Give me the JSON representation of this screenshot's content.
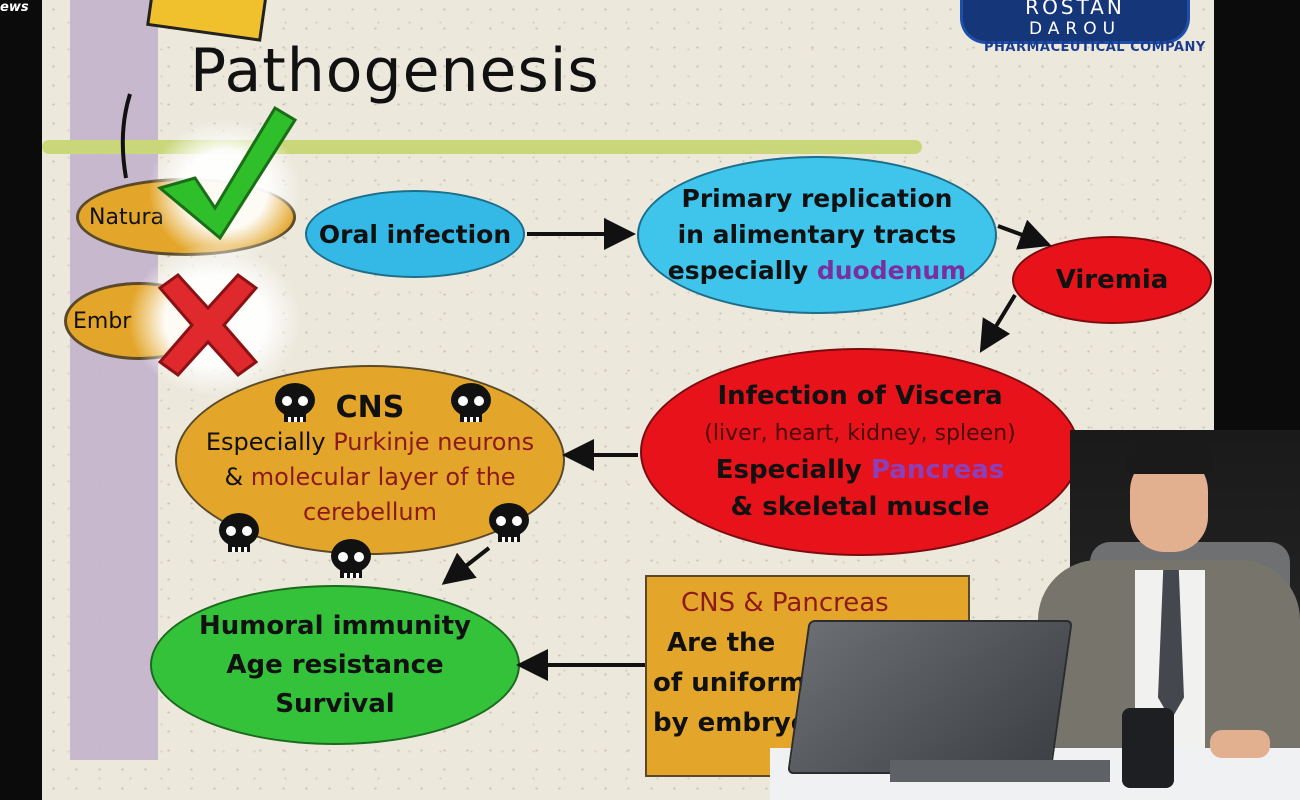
{
  "overlay": {
    "corner_text": "ews"
  },
  "slide": {
    "title": "Pathogenesis",
    "logo": {
      "line1": "ROSTAN",
      "line2": "DAROU",
      "company": "PHARMACEUTICAL COMPANY"
    },
    "partial_left_items": [
      "Natura",
      "Embr"
    ],
    "nodes": {
      "oral": "Oral infection",
      "primary": [
        "Primary replication",
        "in alimentary tracts",
        "especially"
      ],
      "primary_highlight": "duodenum",
      "viremia": "Viremia",
      "viscera_title": "Infection of Viscera",
      "viscera_organs": "(liver, heart, kidney, spleen)",
      "viscera_especially": "Especially",
      "viscera_highlight": "Pancreas",
      "viscera_last": "& skeletal muscle",
      "cns_title": "CNS",
      "cns_line1_a": "Especially",
      "cns_line1_b": "Purkinje neurons",
      "cns_line2_a": "&",
      "cns_line2_b": "molecular layer of the",
      "cns_line3": "cerebellum",
      "immunity": [
        "Humoral immunity",
        "Age resistance",
        "Survival"
      ],
      "note_title": "CNS & Pancreas",
      "note_lines": [
        "Are the",
        "of uniform",
        "by embryo-"
      ]
    },
    "colors": {
      "oral_fill": "#34b9e6",
      "primary_fill": "#3fc4ec",
      "viremia_fill": "#e8121b",
      "viscera_fill": "#e8121b",
      "cns_fill": "#e3a62a",
      "immunity_fill": "#34c23a",
      "note_fill": "#e3a62a",
      "highlight_purple": "#7a2f9e",
      "highlight_dark_red": "#8d1a1a"
    },
    "icons": [
      "check-icon",
      "cross-icon",
      "skull-icon",
      "arrow-icon"
    ]
  }
}
